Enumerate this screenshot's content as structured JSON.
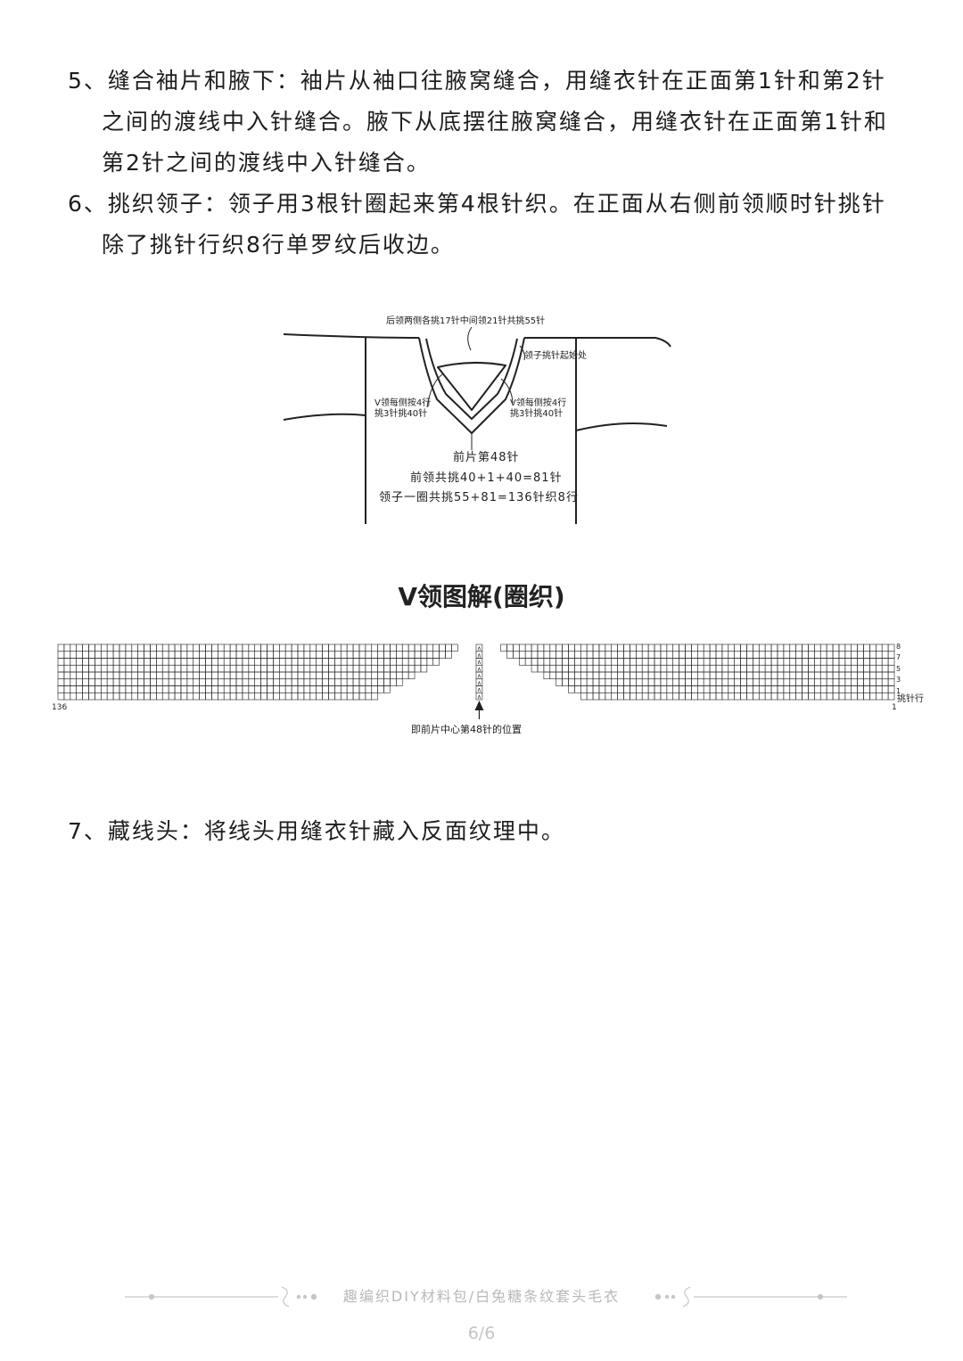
{
  "steps": {
    "s5_line1": "5、缝合袖片和腋下：袖片从袖口往腋窝缝合，用缝衣针在正面第1针和第2针",
    "s5_line2": "之间的渡线中入针缝合。腋下从底摆往腋窝缝合，用缝衣针在正面第1针和",
    "s5_line3": "第2针之间的渡线中入针缝合。",
    "s6_line1": "6、挑织领子：领子用3根针圈起来第4根针织。在正面从右侧前领顺时针挑针",
    "s6_line2": "除了挑针行织8行单罗纹后收边。",
    "s7_line1": "7、藏线头：将线头用缝衣针藏入反面纹理中。"
  },
  "neck_diagram": {
    "back_label": "后领两侧各挑17针中间领21针共挑55针",
    "start_label": "领子挑针起始处",
    "left_v_line1": "V领每侧按4行",
    "left_v_line2": "挑3针挑40针",
    "right_v_line1": "V领每侧按4行",
    "right_v_line2": "挑3针挑40针",
    "front_line1": "前片第48针",
    "front_line2": "前领共挑40+1+40=81针",
    "front_line3": "领子一圈共挑55+81=136针织8行"
  },
  "chart": {
    "title": "V领图解(圈织)",
    "row_labels": [
      "8",
      "7",
      "5",
      "3",
      "1"
    ],
    "rows_total": 8,
    "stitches_total": 136,
    "left_count_label": "136",
    "right_count_label": "1",
    "row_axis_label": "挑针行",
    "center_label": "即前片中心第48针的位置",
    "center_mark_symbol": "∧"
  },
  "footer": {
    "text": "趣编织DIY材料包/白兔糖条纹套头毛衣",
    "page": "6/6"
  },
  "colors": {
    "text": "#1e1e1e",
    "line": "#222222",
    "footer": "#b9b9b9"
  }
}
